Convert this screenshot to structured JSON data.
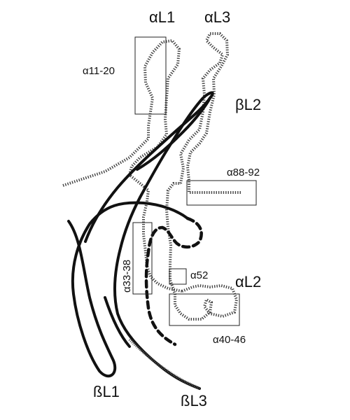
{
  "labels": {
    "alpha_l1": "αL1",
    "alpha_l3": "αL3",
    "alpha_l2": "αL2",
    "beta_l2": "βL2",
    "beta_l1": "ßL1",
    "beta_l3": "ßL3",
    "alpha_11_20": "α11-20",
    "alpha_88_92": "α88-92",
    "alpha_33_38": "α33-38",
    "alpha_52": "α52",
    "alpha_40_46": "α40-46"
  }
}
